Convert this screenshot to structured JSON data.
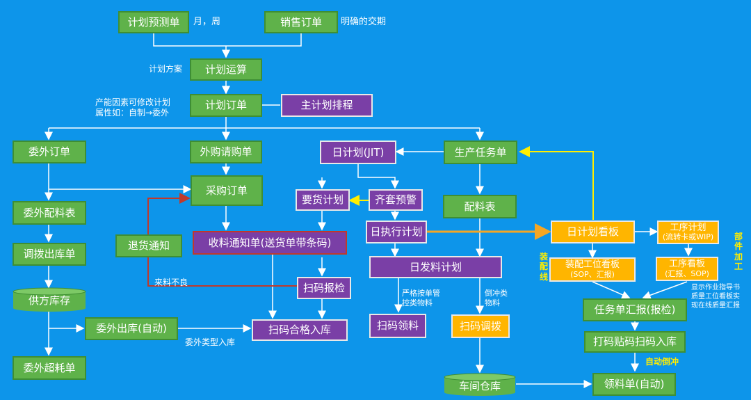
{
  "boxes": {
    "plan_forecast": "计划预测单",
    "sales_order": "销售订单",
    "plan_calc": "计划运算",
    "plan_order": "计划订单",
    "master_schedule": "主计划排程",
    "outsource_order": "委外订单",
    "purchase_request": "外购请购单",
    "daily_plan_jit": "日计划(JIT)",
    "production_task": "生产任务单",
    "purchase_order": "采购订单",
    "request_plan": "要货计划",
    "kit_warning": "齐套预警",
    "bom_sheet": "配料表",
    "outsource_bom": "委外配料表",
    "daily_exec_plan": "日执行计划",
    "daily_plan_board": "日计划看板",
    "process_plan": "工序计划",
    "process_plan_sub": "(流转卡或WIP)",
    "transfer_out": "调拨出库单",
    "return_notice": "退货通知",
    "receipt_notice": "收料通知单(送货单带条码)",
    "daily_issue_plan": "日发料计划",
    "assembly_board": "装配工位看板",
    "assembly_board_sub": "(SOP、汇报)",
    "process_board": "工序看板",
    "process_board_sub": "(汇报、SOP)",
    "supplier_stock": "供方库存",
    "scan_inspect": "扫码报检",
    "task_report": "任务单汇报(报检)",
    "outsource_out": "委外出库(自动)",
    "scan_qualified_in": "扫码合格入库",
    "scan_pick": "扫码领料",
    "scan_transfer": "扫码调拨",
    "print_scan_in": "打码贴码扫码入库",
    "outsource_overuse": "委外超耗单",
    "workshop_stock": "车间仓库",
    "pick_list": "领料单(自动)"
  },
  "labels": {
    "month_week": "月，周",
    "delivery": "明确的交期",
    "plan_scheme": "计划方案",
    "capacity_line1": "产能因素可修改计划",
    "capacity_line2": "属性如：自制→委外",
    "bad_material": "来料不良",
    "outsource_type_in": "委外类型入库",
    "strict_line1": "严格按单管",
    "strict_line2": "控类物料",
    "backflush_line1": "倒冲类",
    "backflush_line2": "物料",
    "display_line1": "显示作业指导书",
    "display_line2": "质量工位看板实",
    "display_line3": "现在线质量汇报"
  },
  "yellow_labels": {
    "assembly_line": "装\n配\n线",
    "part_process": "部\n件\n加\n工",
    "auto_backflush": "自动倒冲"
  },
  "colors": {
    "background": "#0d95ea",
    "green_box": "#5fb24a",
    "purple_box": "#7a3fa6",
    "orange_box": "#ffb500",
    "line_white": "#ffffff",
    "line_red": "#c0392b",
    "line_yellow": "#ffee00",
    "line_orange": "#f5a623"
  }
}
